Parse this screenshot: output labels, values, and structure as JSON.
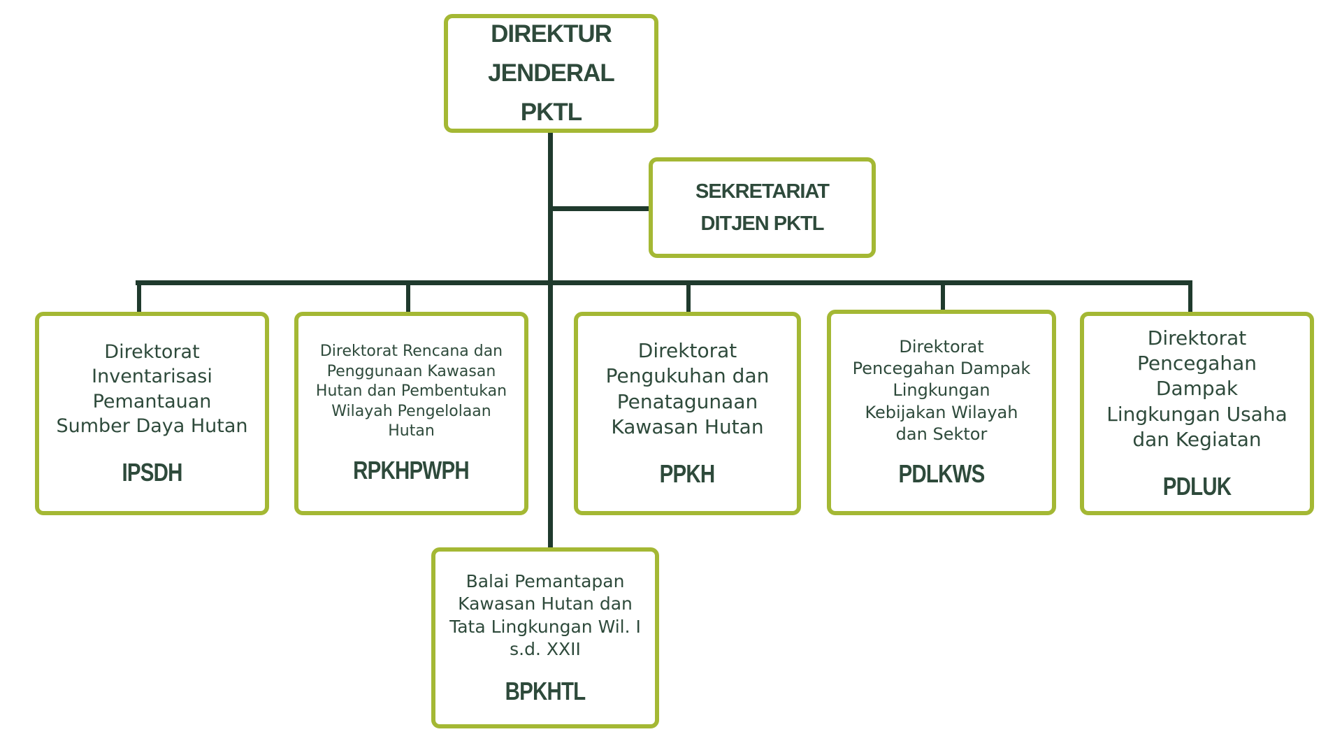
{
  "org_chart": {
    "top": {
      "title_line1": "DIREKTUR JENDERAL",
      "title_line2": "PKTL"
    },
    "secretariat": {
      "title_line1": "SEKRETARIAT",
      "title_line2": "DITJEN PKTL"
    },
    "directorates": [
      {
        "description": "Direktorat Inventarisasi Pemantauan Sumber Daya Hutan",
        "abbreviation": "IPSDH"
      },
      {
        "description": "Direktorat Rencana dan Penggunaan Kawasan Hutan dan Pembentukan Wilayah Pengelolaan Hutan",
        "abbreviation": "RPKHPWPH"
      },
      {
        "description": "Direktorat Pengukuhan dan Penatagunaan Kawasan Hutan",
        "abbreviation": "PPKH"
      },
      {
        "description": "Direktorat Pencegahan Dampak Lingkungan Kebijakan Wilayah dan Sektor",
        "abbreviation": "PDLKWS"
      },
      {
        "description": "Direktorat Pencegahan Dampak Lingkungan Usaha dan Kegiatan",
        "abbreviation": "PDLUK"
      }
    ],
    "balai": {
      "description": "Balai Pemantapan Kawasan Hutan dan Tata Lingkungan Wil. I s.d. XXII",
      "abbreviation": "BPKHTL"
    }
  },
  "colors": {
    "box_border": "#a4b834",
    "connector": "#1f3a2d",
    "text": "#2e4a3b"
  }
}
